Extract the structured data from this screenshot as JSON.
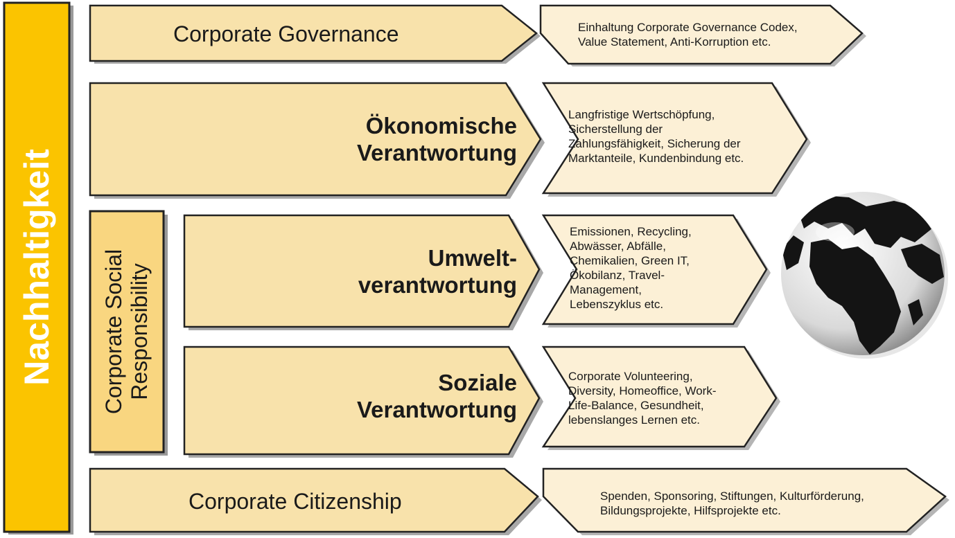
{
  "colors": {
    "main_bar": "#fbc400",
    "csr_bar": "#f9d680",
    "arrow_fill": "#f8e2ab",
    "desc_fill": "#fcf0d6",
    "outline": "#222222"
  },
  "sidebar": {
    "title": "Nachhaltigkeit",
    "csr_line1": "Corporate Social",
    "csr_line2": "Responsibility"
  },
  "rows": {
    "governance": {
      "label": "Corporate Governance",
      "desc": [
        "Einhaltung Corporate Governance Codex,",
        "Value Statement, Anti-Korruption etc."
      ]
    },
    "economic": {
      "label": [
        "Ökonomische",
        "Verantwortung"
      ],
      "desc": [
        "Langfristige Wertschöpfung,",
        "Sicherstellung der",
        "Zahlungsfähigkeit, Sicherung der",
        "Marktanteile, Kundenbindung etc."
      ]
    },
    "environmental": {
      "label": [
        "Umwelt-",
        "verantwortung"
      ],
      "desc": [
        "Emissionen, Recycling,",
        "Abwässer, Abfälle,",
        "Chemikalien, Green IT,",
        "Ökobilanz, Travel-",
        "Management,",
        "Lebenszyklus etc."
      ]
    },
    "social": {
      "label": [
        "Soziale",
        "Verantwortung"
      ],
      "desc": [
        "Corporate Volunteering,",
        "Diversity, Homeoffice, Work-",
        "Life-Balance, Gesundheit,",
        "lebenslanges Lernen etc."
      ]
    },
    "citizenship": {
      "label": "Corporate Citizenship",
      "desc": [
        "Spenden, Sponsoring, Stiftungen, Kulturförderung,",
        "Bildungsprojekte, Hilfsprojekte etc."
      ]
    }
  },
  "globe": {
    "icon": "globe-icon"
  }
}
